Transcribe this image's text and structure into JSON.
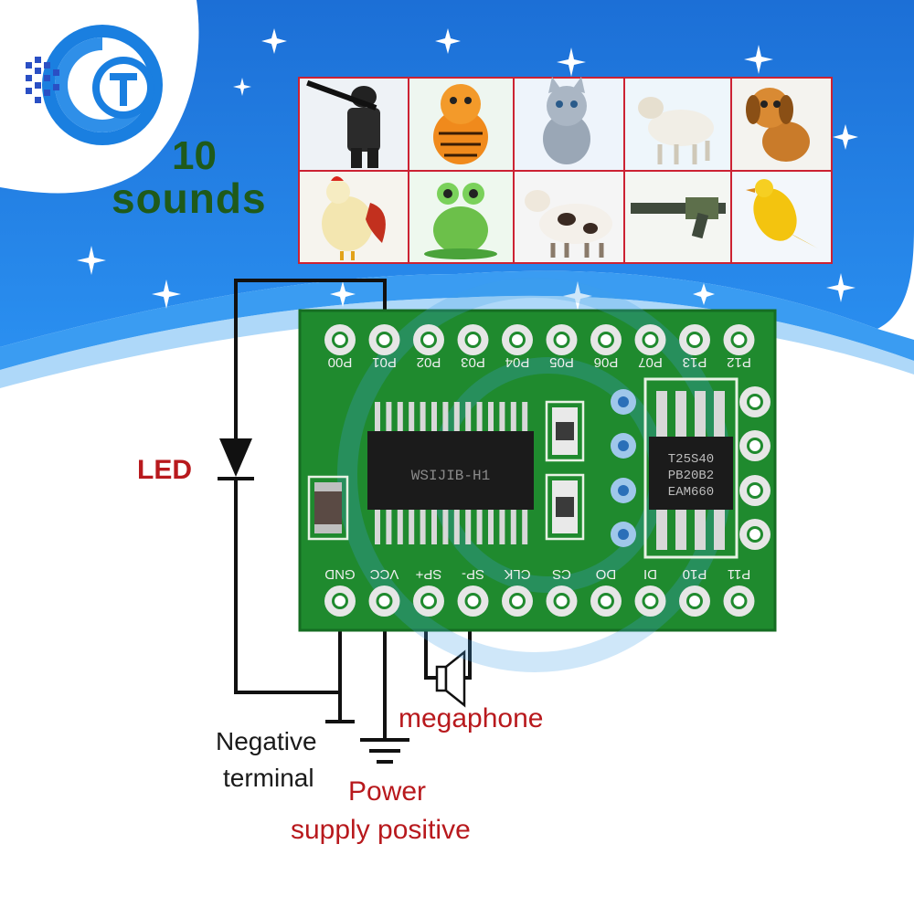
{
  "title": {
    "count": "10",
    "word": "sounds"
  },
  "sounds": [
    {
      "name": "soldier-with-rifle",
      "icon": "soldier-icon"
    },
    {
      "name": "tiger",
      "icon": "tiger-icon"
    },
    {
      "name": "cat",
      "icon": "cat-icon"
    },
    {
      "name": "sheep",
      "icon": "sheep-icon"
    },
    {
      "name": "dog",
      "icon": "dog-icon"
    },
    {
      "name": "rooster",
      "icon": "rooster-icon"
    },
    {
      "name": "frog",
      "icon": "frog-icon"
    },
    {
      "name": "cow",
      "icon": "cow-icon"
    },
    {
      "name": "gun",
      "icon": "gun-icon"
    },
    {
      "name": "canary",
      "icon": "canary-icon"
    }
  ],
  "board": {
    "top_pins": [
      "P00",
      "P01",
      "P02",
      "P03",
      "P04",
      "P05",
      "P06",
      "P07",
      "P13",
      "P12"
    ],
    "bottom_pins": [
      "GND",
      "VCC",
      "SP+",
      "SP-",
      "CLK",
      "CS",
      "DO",
      "DI",
      "P10",
      "P11"
    ],
    "chip_main": "WSIJIB-H1",
    "chip_flash_lines": [
      "T25S40",
      "PB20B2",
      "EAM660"
    ]
  },
  "labels": {
    "led": "LED",
    "megaphone": "megaphone",
    "negative_line1": "Negative",
    "negative_line2": "terminal",
    "power_line1": "Power",
    "power_line2": "supply positive"
  },
  "colors": {
    "sky_blue": "#1a7fe0",
    "pcb_green": "#1f8a2e",
    "label_red": "#b8191d",
    "title_green": "#1f5a1a"
  }
}
